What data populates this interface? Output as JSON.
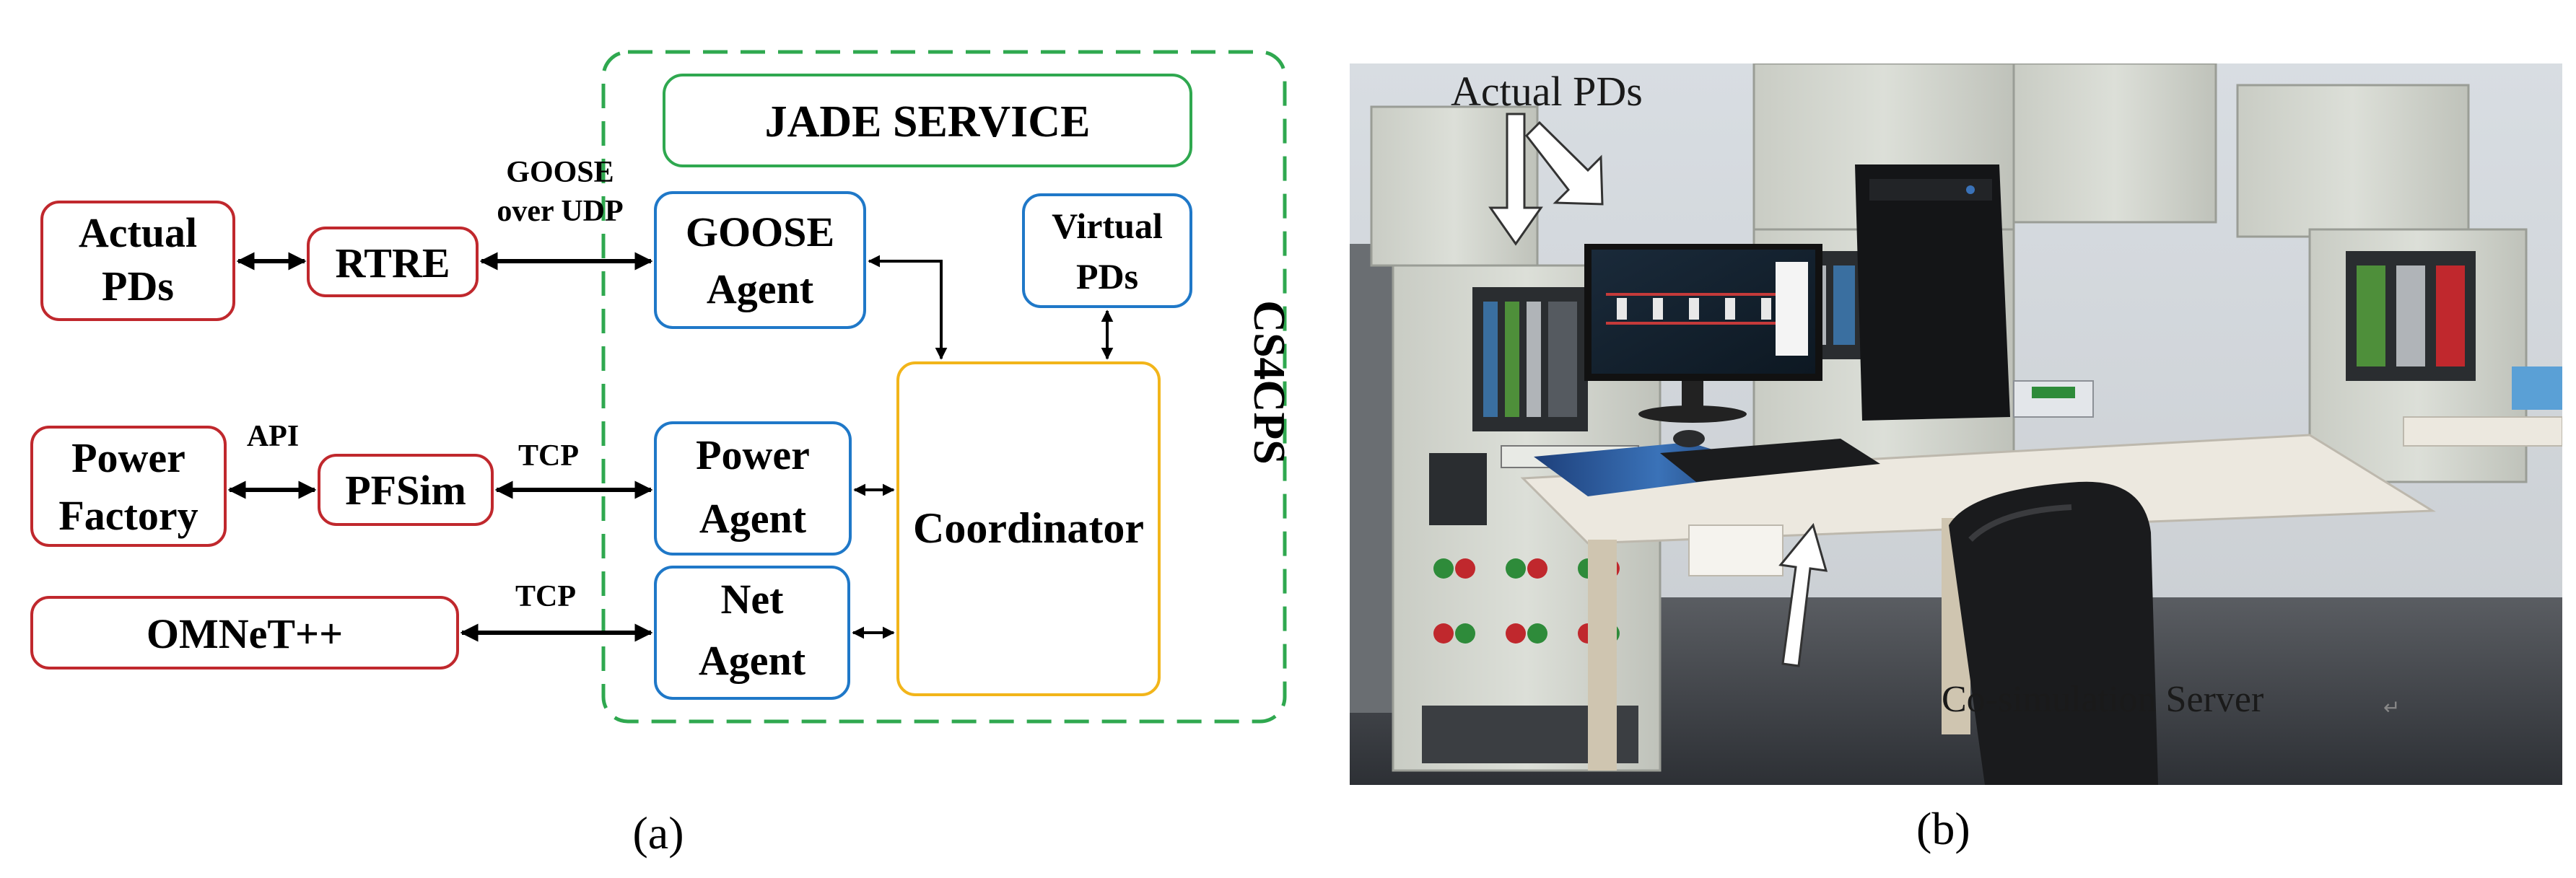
{
  "panel_a": {
    "label": "(a)",
    "container_label": "CS4CPS",
    "jade_service": "JADE SERVICE",
    "actual_pds": [
      "Actual",
      "PDs"
    ],
    "rtre": "RTRE",
    "goose_link": [
      "GOOSE",
      "over UDP"
    ],
    "goose_agent": [
      "GOOSE",
      "Agent"
    ],
    "virtual_pds": [
      "Virtual",
      "PDs"
    ],
    "power_factory": [
      "Power",
      "Factory"
    ],
    "api_link": "API",
    "pfsim": "PFSim",
    "tcp_link_power": "TCP",
    "power_agent": [
      "Power",
      "Agent"
    ],
    "coordinator": "Coordinator",
    "omnet": "OMNeT++",
    "tcp_link_net": "TCP",
    "net_agent": [
      "Net",
      "Agent"
    ],
    "colors": {
      "external_box": "#c0282d",
      "agent_box": "#1f78c8",
      "jade_box": "#2fa84f",
      "coordinator_box": "#f2b51a",
      "container_dash": "#2fa84f"
    }
  },
  "panel_b": {
    "label": "(b)",
    "annotation_actual_pds": "Actual PDs",
    "annotation_server": "Co-simulation Server",
    "return_mark": "↵"
  }
}
